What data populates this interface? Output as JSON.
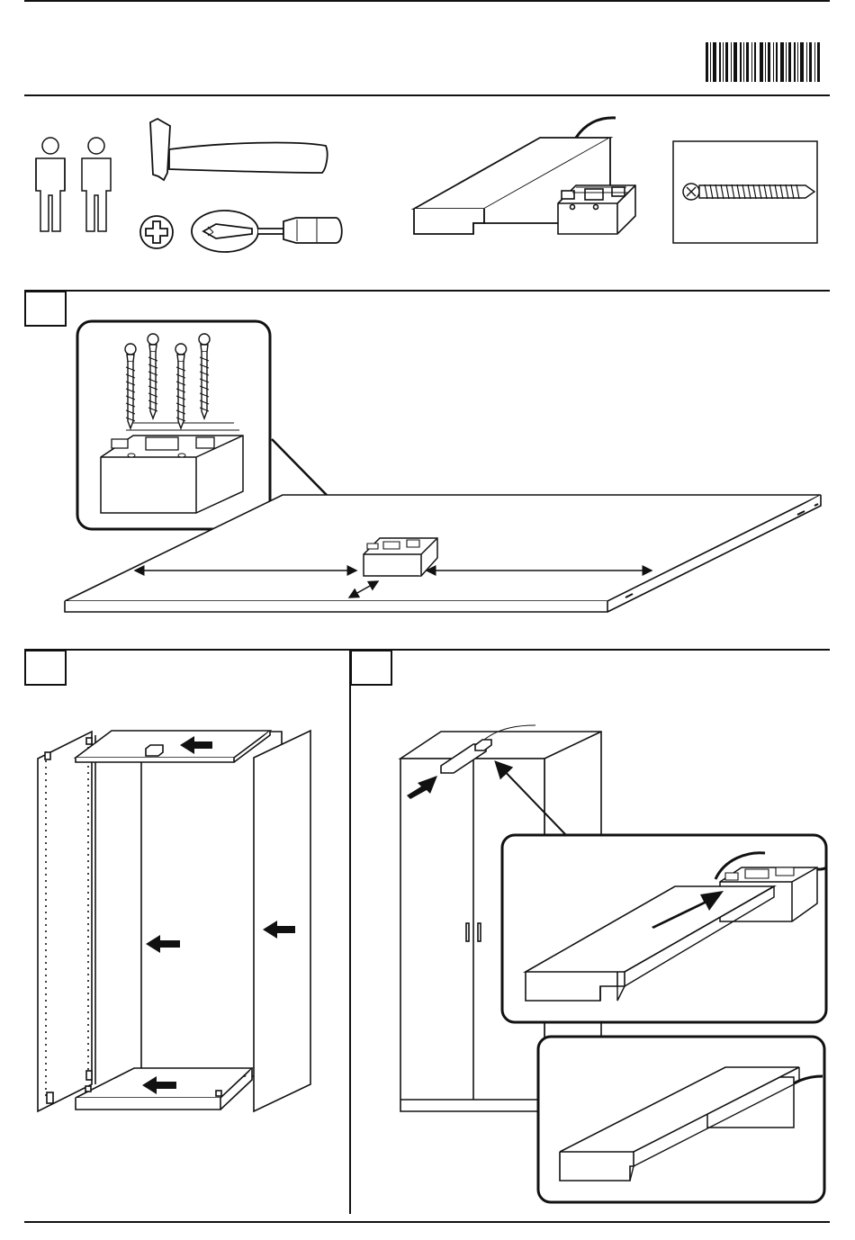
{
  "document": {
    "kind": "assembly-instructions",
    "barcode_icon": "barcode-icon",
    "tools": [
      "two-persons-icon",
      "hammer-icon",
      "phillips-bit-icon",
      "screwdriver-icon"
    ],
    "parts": [
      "handle-bar-icon",
      "mounting-block-icon",
      "screw-icon"
    ],
    "steps": [
      {
        "name": "step-1",
        "label": ""
      },
      {
        "name": "step-2",
        "label": ""
      },
      {
        "name": "step-3",
        "label": ""
      }
    ],
    "colors": {
      "ink": "#111111",
      "paper": "#ffffff",
      "panel": "#f4f4f4"
    }
  }
}
